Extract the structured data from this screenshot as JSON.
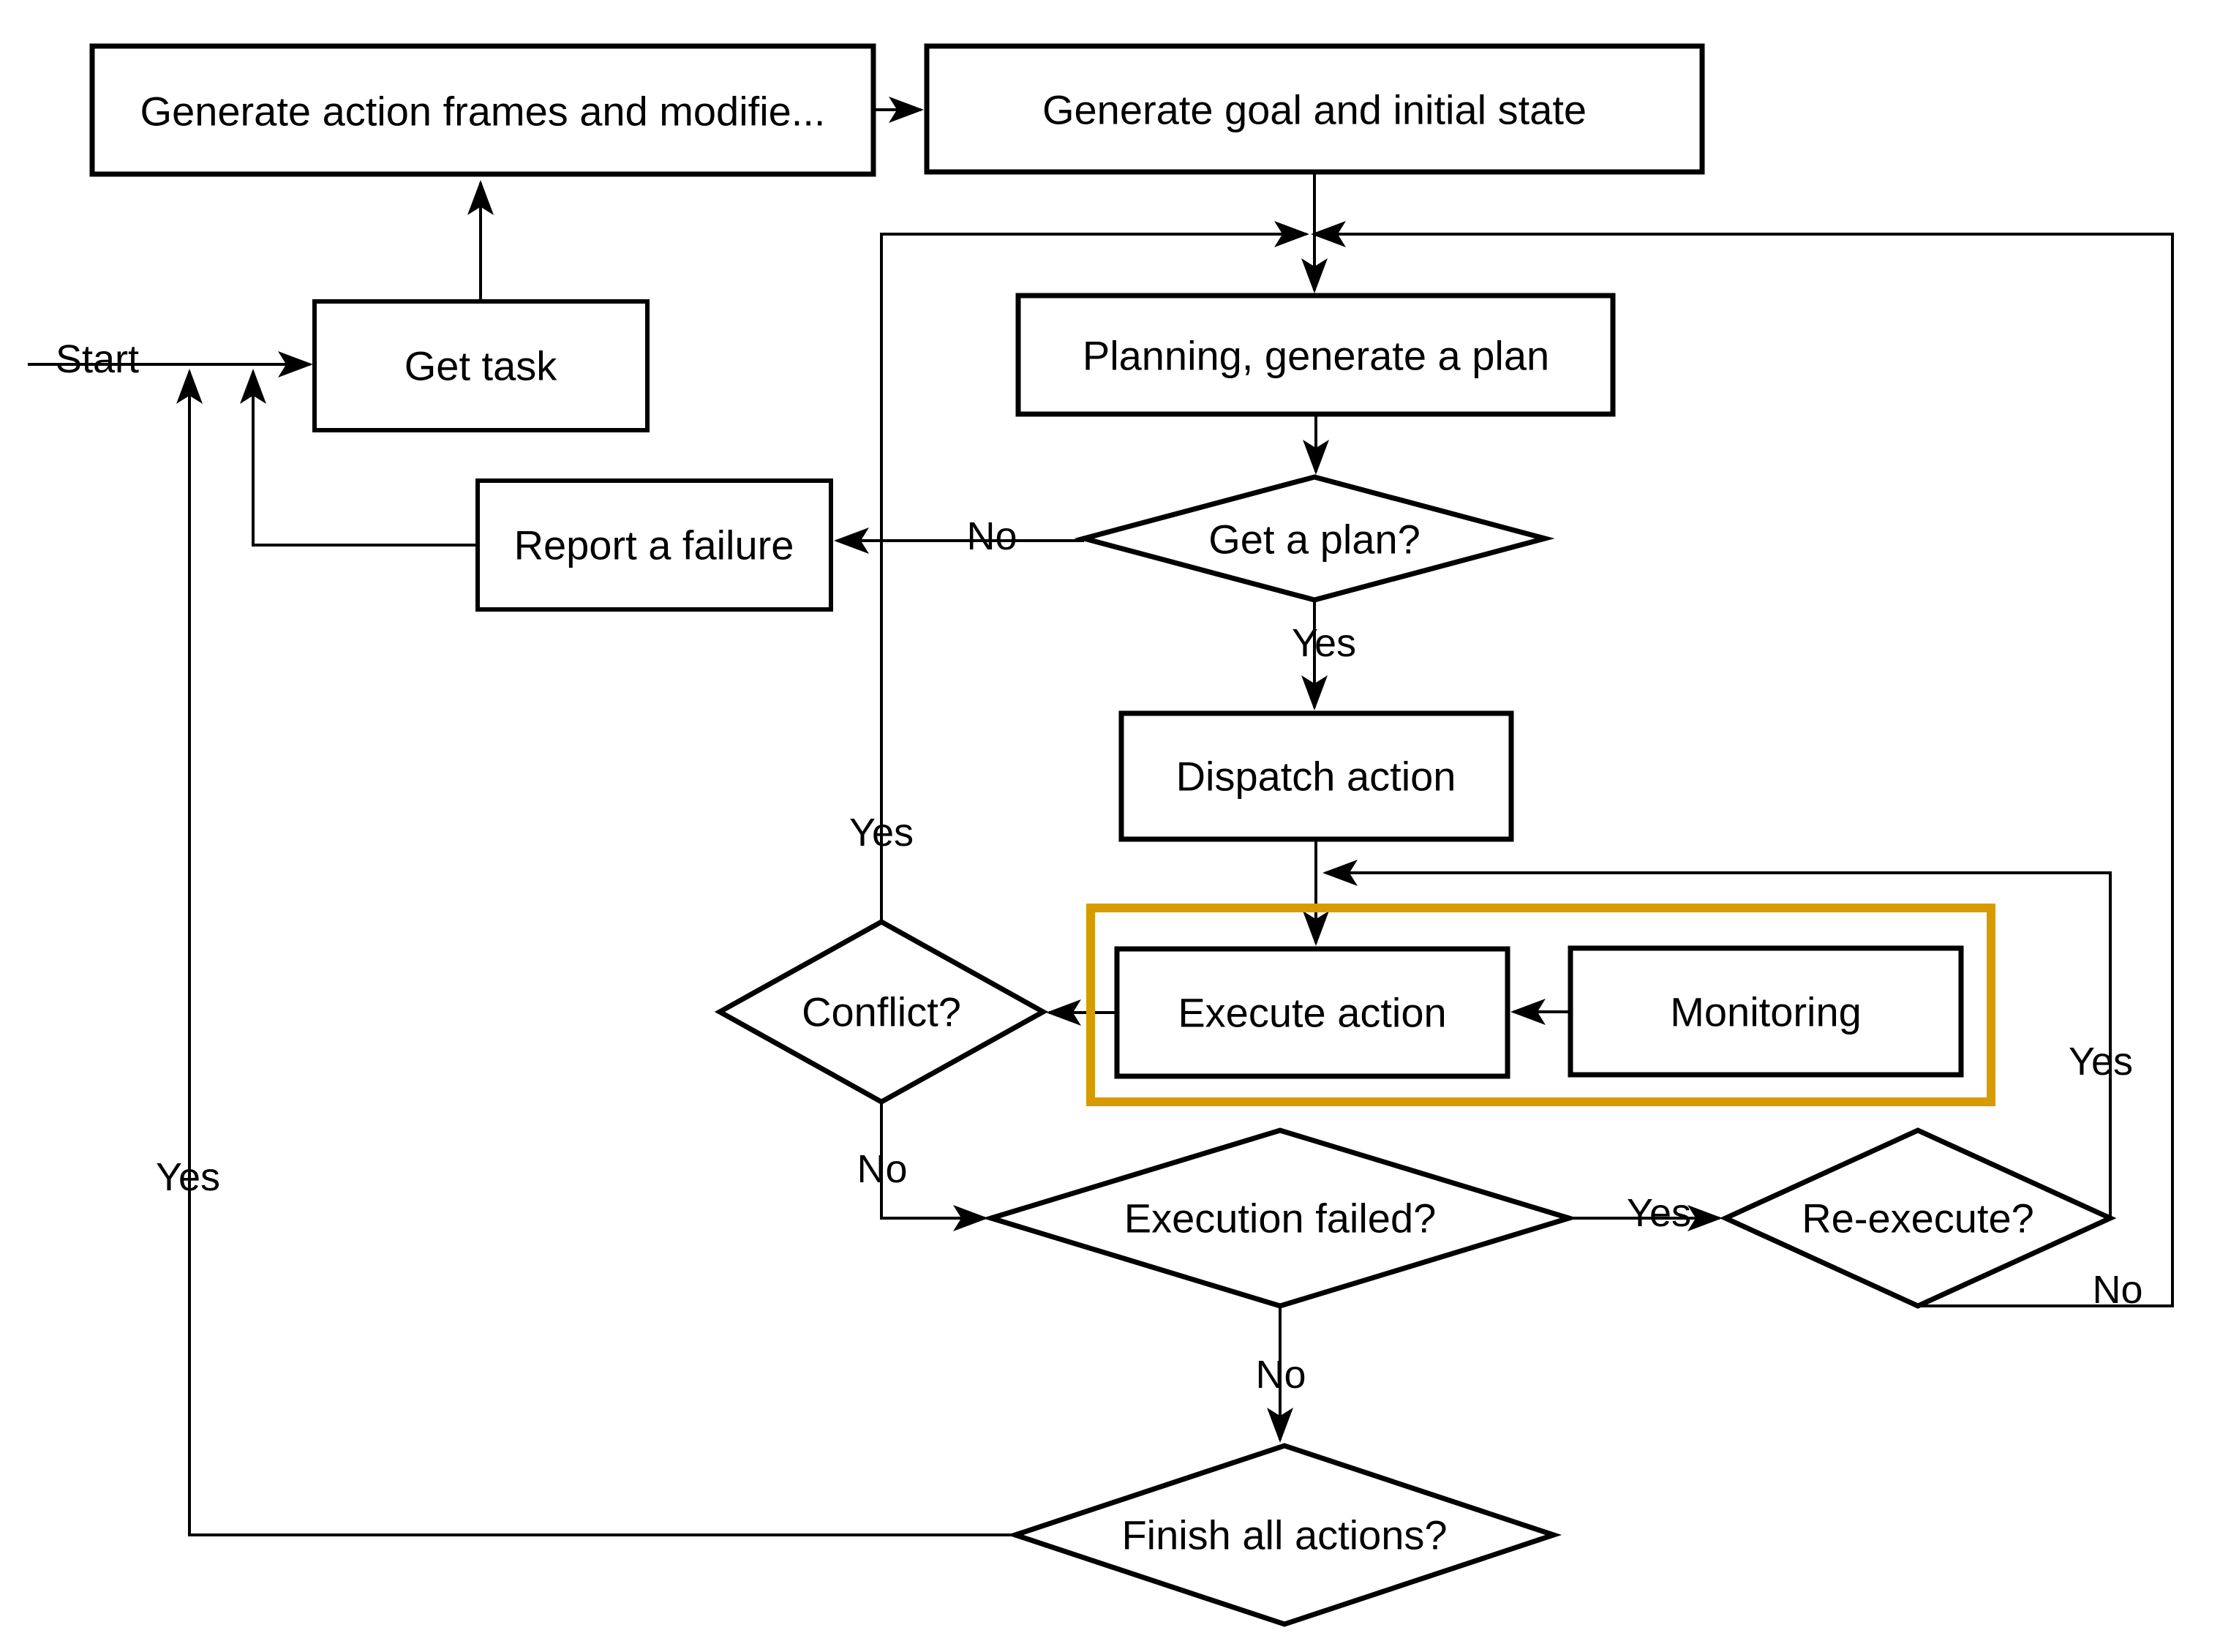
{
  "diagram": {
    "title": "Task planning and execution flowchart",
    "nodes": {
      "generate_action_frames": {
        "label": "Generate action frames and modifie..."
      },
      "generate_goal": {
        "label": "Generate goal and initial state"
      },
      "get_task": {
        "label": "Get task"
      },
      "report_failure": {
        "label": "Report a failure"
      },
      "planning": {
        "label": "Planning, generate a plan"
      },
      "get_plan": {
        "label": "Get a plan?"
      },
      "dispatch_action": {
        "label": "Dispatch action"
      },
      "execute_action": {
        "label": "Execute action"
      },
      "monitoring": {
        "label": "Monitoring"
      },
      "conflict": {
        "label": "Conflict?"
      },
      "execution_failed": {
        "label": "Execution failed?"
      },
      "re_execute": {
        "label": "Re-execute?"
      },
      "finish_all_actions": {
        "label": "Finish all actions?"
      }
    },
    "edge_labels": {
      "start": "Start",
      "get_plan_no": "No",
      "get_plan_yes": "Yes",
      "conflict_yes": "Yes",
      "conflict_no": "No",
      "execution_failed_yes": "Yes",
      "execution_failed_no": "No",
      "re_execute_yes": "Yes",
      "re_execute_no": "No",
      "finish_yes": "Yes"
    },
    "colors": {
      "background": "#ffffff",
      "line": "#000000",
      "task_fill": "#d5e8d4",
      "task_stroke": "#82b366",
      "failure_fill": "#f8cecc",
      "failure_stroke": "#b85450",
      "group_stroke": "#d79b00"
    }
  }
}
